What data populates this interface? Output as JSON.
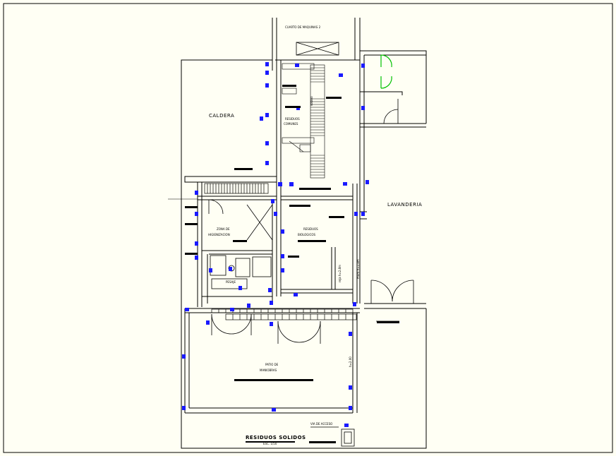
{
  "drawing": {
    "rooms": {
      "cuarto_maquinas": "CUARTO DE MAQUINAS 2",
      "caldera": "CALDERA",
      "residuos_comunes_1": "RESIDUOS",
      "residuos_comunes_2": "COMUNES",
      "lavanderia": "LAVANDERIA",
      "residuos_biologicos_1": "RESIDUOS",
      "residuos_biologicos_2": "BIOLOGICOS",
      "zona_higienizacion_1": "ZONA DE",
      "zona_higienizacion_2": "HIGIENIZACION",
      "pesaje": "PESAJE",
      "patio_1": "PATIO DE",
      "patio_2": "MANIOBRAS",
      "vertical_muro": "muro h=2.8m",
      "vertical_reja": "reja h=2.8m",
      "sotano": "sotano",
      "vertical_dim": "h=2.00"
    },
    "title": "RESIDUOS SOLIDOS",
    "scale": "ESC. 1/50",
    "small_label": "VIA DE ACCESO"
  },
  "colors": {
    "background": "#fffff4",
    "lines": "#000000",
    "markers": "#1a1aff",
    "door_green": "#00c000"
  }
}
